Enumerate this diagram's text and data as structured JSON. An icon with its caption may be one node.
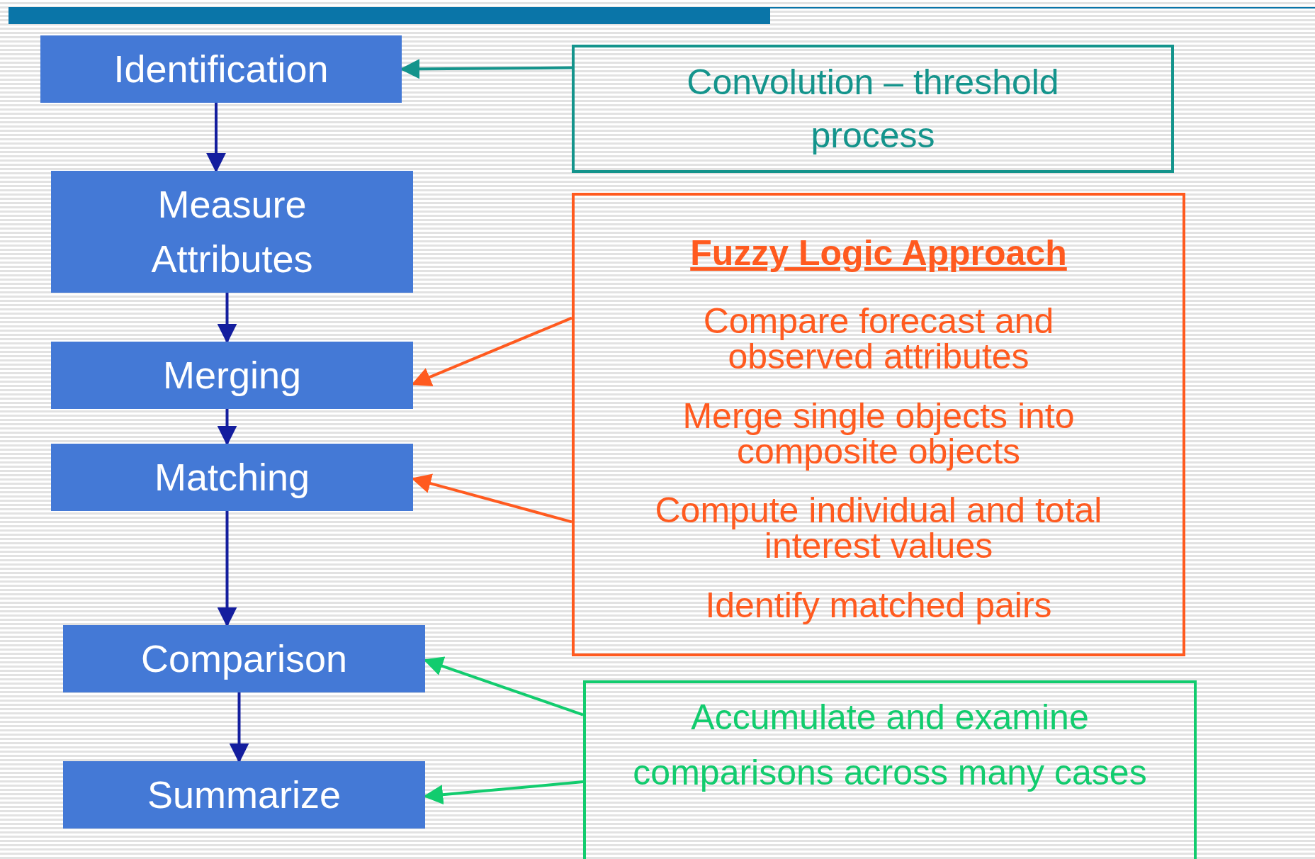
{
  "diagram": {
    "nodes": [
      {
        "text": [
          "Identification"
        ]
      },
      {
        "text": [
          "Measure Attributes"
        ]
      },
      {
        "text": [
          "Merging"
        ]
      },
      {
        "text": [
          "Matching"
        ]
      },
      {
        "text": [
          "Comparison"
        ]
      },
      {
        "text": [
          "Summarize"
        ]
      },
      {
        "text": [
          "Convolution – threshold process"
        ]
      },
      {
        "text": [
          "Fuzzy Logic Approach",
          "Compare forecast and observed attributes",
          "Merge single objects into composite objects",
          "Compute individual and total interest values",
          "Identify matched pairs"
        ]
      },
      {
        "text": [
          "Accumulate and examine comparisons across many cases"
        ]
      }
    ],
    "edges": [
      {
        "from": 0,
        "to": 1,
        "arrow": "to"
      },
      {
        "from": 1,
        "to": 2,
        "arrow": "to"
      },
      {
        "from": 2,
        "to": 3,
        "arrow": "to"
      },
      {
        "from": 3,
        "to": 4,
        "arrow": "to"
      },
      {
        "from": 4,
        "to": 5,
        "arrow": "to"
      },
      {
        "from": 6,
        "to": 0,
        "arrow": "to",
        "color": "#14948c"
      },
      {
        "from": 7,
        "to": 2,
        "arrow": "to",
        "color": "#ff5a1f"
      },
      {
        "from": 7,
        "to": 3,
        "arrow": "to",
        "color": "#ff5a1f"
      },
      {
        "from": 8,
        "to": 4,
        "arrow": "to",
        "color": "#12cc6e"
      },
      {
        "from": 8,
        "to": 5,
        "arrow": "to",
        "color": "#12cc6e"
      }
    ]
  }
}
